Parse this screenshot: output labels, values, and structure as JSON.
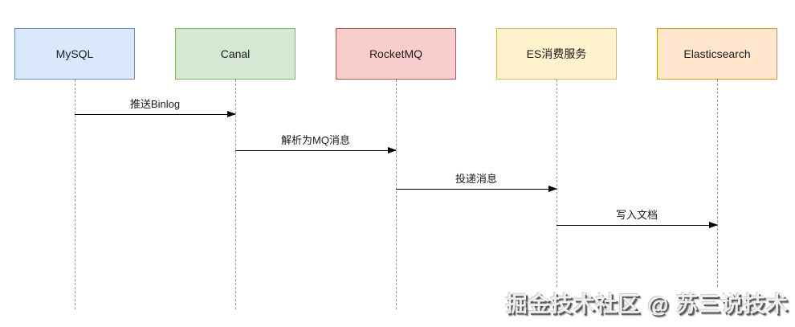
{
  "diagram": {
    "type": "sequence",
    "background": "#ffffff",
    "arrow_color": "#000000",
    "participants": [
      {
        "id": "mysql",
        "label": "MySQL",
        "fill": "#dae8fc",
        "stroke": "#6c8ebf",
        "lifeline_color": "#999999"
      },
      {
        "id": "canal",
        "label": "Canal",
        "fill": "#d5e8d4",
        "stroke": "#82b366",
        "lifeline_color": "#999999"
      },
      {
        "id": "rocketmq",
        "label": "RocketMQ",
        "fill": "#f8cecc",
        "stroke": "#b85450",
        "lifeline_color": "#999999"
      },
      {
        "id": "es-consumer",
        "label": "ES消费服务",
        "fill": "#fff2cc",
        "stroke": "#d6b656",
        "lifeline_color": "#b3a35c"
      },
      {
        "id": "elasticsearch",
        "label": "Elasticsearch",
        "fill": "#ffe6cc",
        "stroke": "#d79b00",
        "lifeline_color": "#b3a35c"
      }
    ],
    "messages": [
      {
        "from": "mysql",
        "to": "canal",
        "label": "推送Binlog"
      },
      {
        "from": "canal",
        "to": "rocketmq",
        "label": "解析为MQ消息"
      },
      {
        "from": "rocketmq",
        "to": "es-consumer",
        "label": "投递消息"
      },
      {
        "from": "es-consumer",
        "to": "elasticsearch",
        "label": "写入文档"
      }
    ],
    "watermark": "掘金技术社区 @ 苏三说技术"
  }
}
